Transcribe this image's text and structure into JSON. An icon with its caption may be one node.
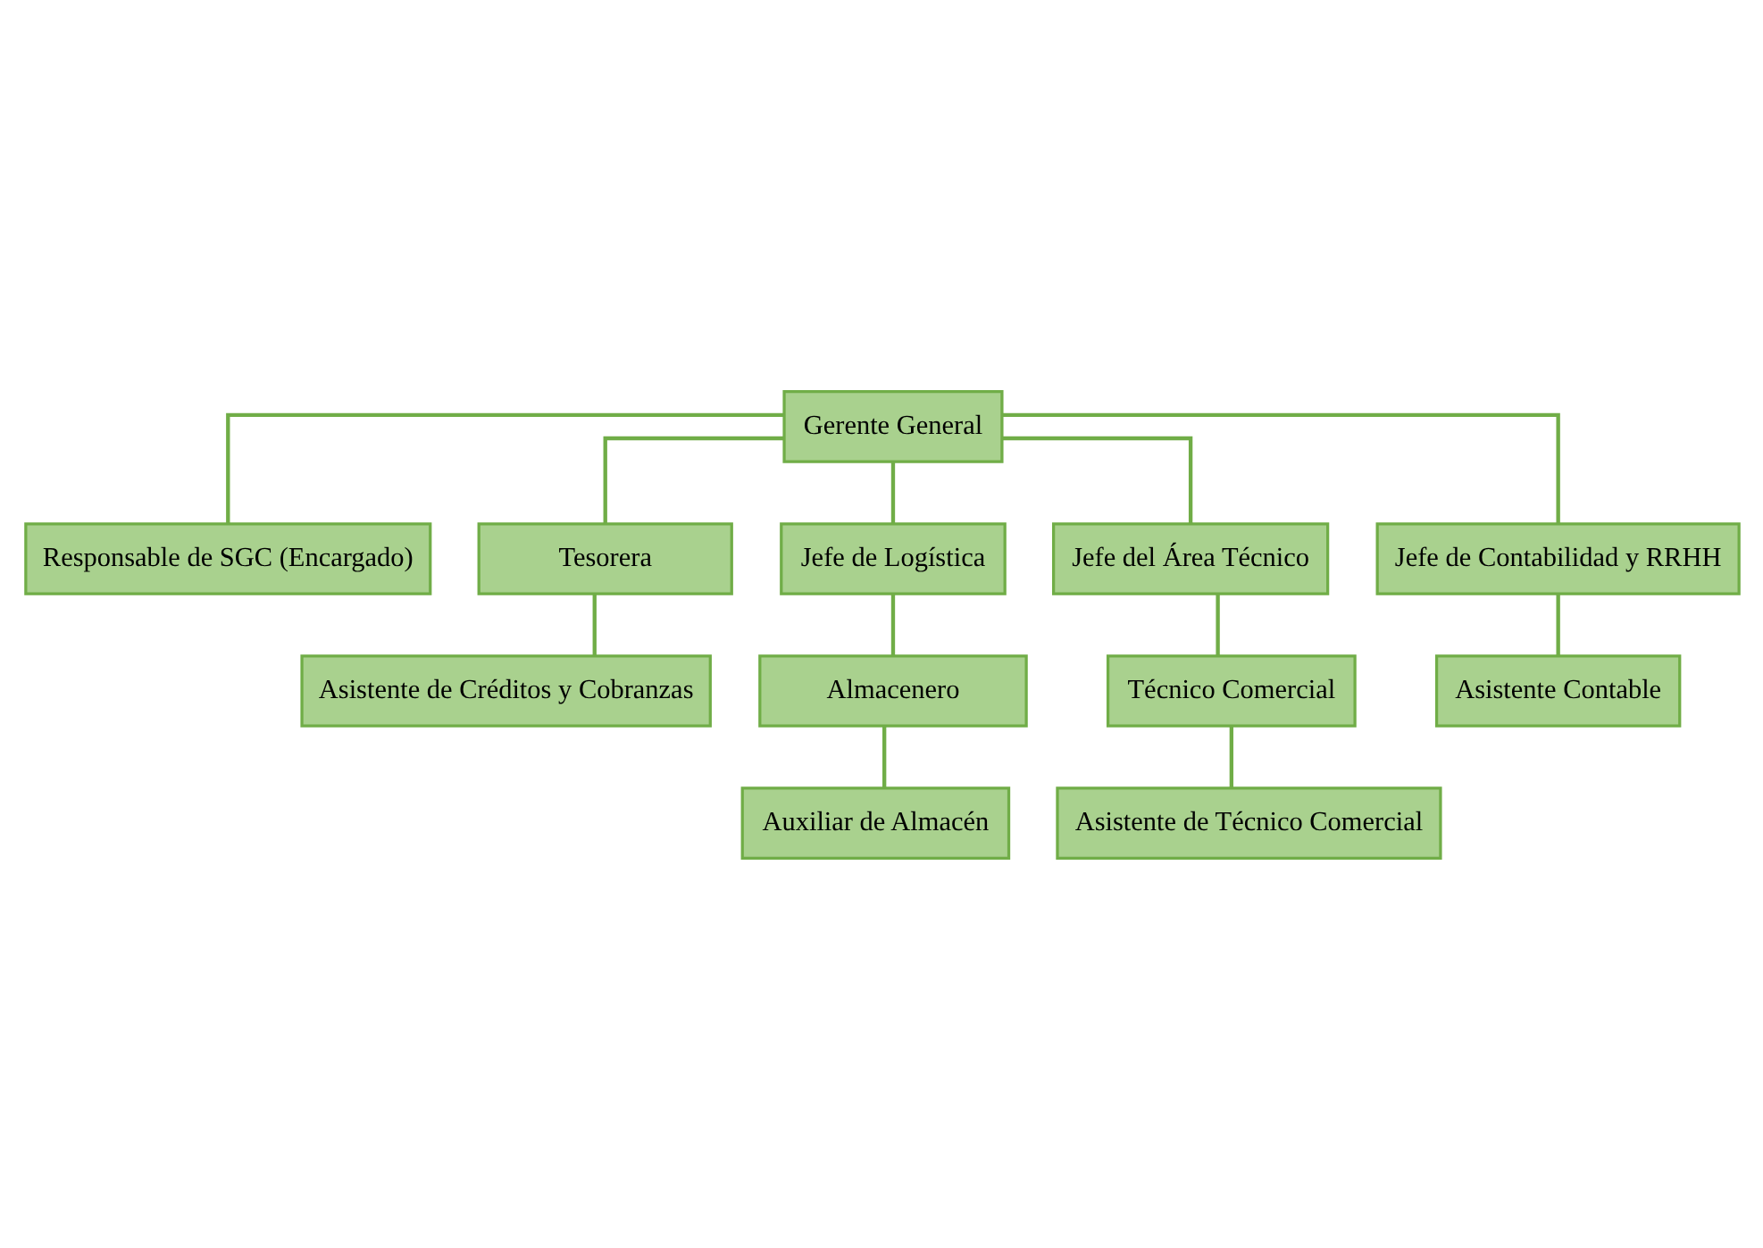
{
  "diagram": {
    "nodes": [
      {
        "text": [
          "Gerente General"
        ]
      },
      {
        "text": [
          "Responsable de SGC (Encargado)"
        ]
      },
      {
        "text": [
          "Tesorera"
        ]
      },
      {
        "text": [
          "Jefe de Logística"
        ]
      },
      {
        "text": [
          "Jefe del Área Técnico"
        ]
      },
      {
        "text": [
          "Jefe de Contabilidad y RRHH"
        ]
      },
      {
        "text": [
          "Asistente de Créditos y Cobranzas"
        ]
      },
      {
        "text": [
          "Almacenero"
        ]
      },
      {
        "text": [
          "Auxiliar de Almacén"
        ]
      },
      {
        "text": [
          "Técnico Comercial"
        ]
      },
      {
        "text": [
          "Asistente de Técnico Comercial"
        ]
      },
      {
        "text": [
          "Asistente Contable"
        ]
      }
    ],
    "edges": [
      {
        "from": 0,
        "to": 1,
        "arrow": "none"
      },
      {
        "from": 0,
        "to": 2,
        "arrow": "none"
      },
      {
        "from": 0,
        "to": 3,
        "arrow": "none"
      },
      {
        "from": 0,
        "to": 4,
        "arrow": "none"
      },
      {
        "from": 0,
        "to": 5,
        "arrow": "none"
      },
      {
        "from": 2,
        "to": 6,
        "arrow": "none"
      },
      {
        "from": 3,
        "to": 7,
        "arrow": "none"
      },
      {
        "from": 7,
        "to": 8,
        "arrow": "none"
      },
      {
        "from": 4,
        "to": 9,
        "arrow": "none"
      },
      {
        "from": 9,
        "to": 10,
        "arrow": "none"
      },
      {
        "from": 5,
        "to": 11,
        "arrow": "none"
      }
    ]
  }
}
